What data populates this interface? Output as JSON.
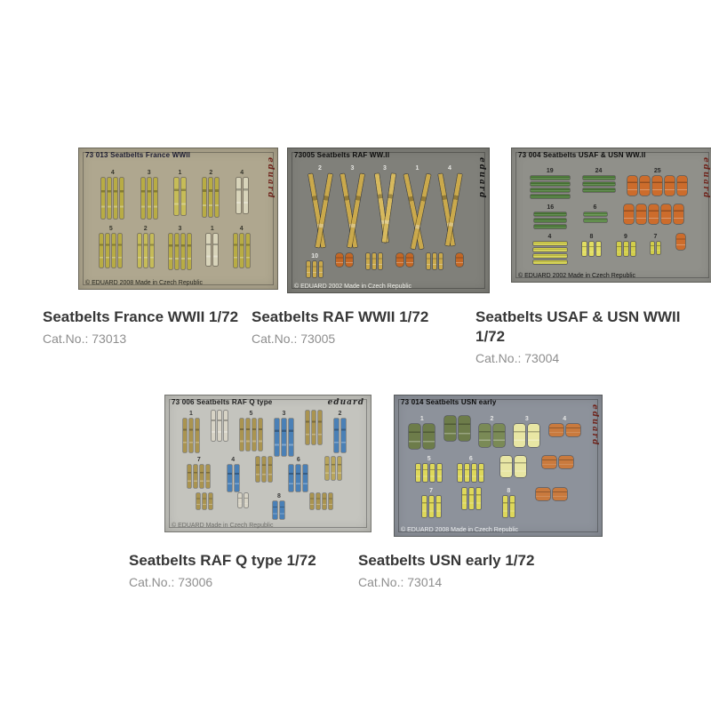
{
  "page": {
    "background": "#ffffff"
  },
  "products": [
    {
      "title": "Seatbelts France WWII 1/72",
      "catno": "Cat.No.: 73013",
      "plate": {
        "header": "73 013  Seatbelts France WWII",
        "footer": "© EDUARD 2008    Made in Czech Republic",
        "brand": "eduard",
        "bg": "#afa78f",
        "header_color": "#1d1d33",
        "footer_color": "#26261e",
        "brand_color": "#70241c",
        "num_color": "#2a2a22",
        "brand_pos": "right",
        "rows": [
          [
            {
              "label": "4",
              "c": "#b8ac44",
              "w": 4,
              "h": 46,
              "count": 4
            },
            {
              "label": "3",
              "c": "#b8ac44",
              "w": 4,
              "h": 46,
              "count": 3
            },
            {
              "label": "1",
              "c": "#c6bc58",
              "w": 5,
              "h": 42,
              "count": 2
            },
            {
              "label": "2",
              "c": "#b8ac44",
              "w": 4,
              "h": 44,
              "count": 3
            },
            {
              "label": "4",
              "c": "#d8d4ba",
              "w": 5,
              "h": 40,
              "count": 2
            }
          ],
          [
            {
              "label": "5",
              "c": "#b8ac44",
              "w": 4,
              "h": 38,
              "count": 4
            },
            {
              "label": "2",
              "c": "#c6bc58",
              "w": 4,
              "h": 38,
              "count": 3
            },
            {
              "label": "3",
              "c": "#b8ac44",
              "w": 4,
              "h": 40,
              "count": 4
            },
            {
              "label": "1",
              "c": "#d8d4ba",
              "w": 5,
              "h": 36,
              "count": 2
            },
            {
              "label": "4",
              "c": "#b8ac44",
              "w": 4,
              "h": 38,
              "count": 3
            }
          ]
        ]
      }
    },
    {
      "title": "Seatbelts RAF WWII 1/72",
      "catno": "Cat.No.: 73005",
      "plate": {
        "header": "73005  Seatbelts RAF WW.II",
        "footer": "© EDUARD 2002    Made in Czech Republic",
        "brand": "eduard",
        "bg": "#80807a",
        "header_color": "#0c0c0c",
        "footer_color": "#f0f0ea",
        "brand_color": "#161616",
        "num_color": "#f2f2ee",
        "brand_pos": "right",
        "rows": [
          [
            {
              "label": "2",
              "c": "#caa94c",
              "w": 5,
              "h": 84,
              "count": 2,
              "r": 10
            },
            {
              "label": "3",
              "c": "#caa94c",
              "w": 5,
              "h": 84,
              "count": 2,
              "r": 10
            },
            {
              "label": "3",
              "c": "#d6b95e",
              "w": 5,
              "h": 78,
              "count": 2,
              "r": 8
            },
            {
              "label": "1",
              "c": "#caa94c",
              "w": 5,
              "h": 86,
              "count": 2,
              "r": 12
            },
            {
              "label": "4",
              "c": "#caa94c",
              "w": 5,
              "h": 82,
              "count": 2,
              "r": 10
            }
          ],
          [
            {
              "label": "10",
              "c": "#caa94c",
              "w": 4,
              "h": 18,
              "count": 3
            },
            {
              "c": "#c26726",
              "w": 8,
              "h": 15,
              "count": 2,
              "round": true
            },
            {
              "c": "#caa94c",
              "w": 4,
              "h": 18,
              "count": 3
            },
            {
              "c": "#c26726",
              "w": 8,
              "h": 15,
              "count": 2,
              "round": true
            },
            {
              "c": "#caa94c",
              "w": 4,
              "h": 18,
              "count": 3
            },
            {
              "c": "#c26726",
              "w": 8,
              "h": 15,
              "count": 1,
              "round": true
            }
          ]
        ]
      }
    },
    {
      "title": "Seatbelts USAF & USN WWII 1/72",
      "catno": "Cat.No.: 73004",
      "plate": {
        "header": "73 004  Seatbelts USAF & USN WW.II",
        "footer": "© EDUARD 2002    Made in Czech Republic",
        "brand": "eduard",
        "bg": "#90908a",
        "header_color": "#0c0c0c",
        "footer_color": "#131313",
        "brand_color": "#70241c",
        "num_color": "#1c1c1c",
        "brand_pos": "right",
        "rows": [
          [
            {
              "label": "19",
              "c": "#4e7c3a",
              "w": 44,
              "h": 4,
              "count": 4,
              "stack": "v"
            },
            {
              "label": "24",
              "c": "#4e7c3a",
              "w": 36,
              "h": 4,
              "count": 3,
              "stack": "v"
            },
            {
              "label": "25",
              "c": "#cc6c2c",
              "w": 11,
              "h": 22,
              "count": 5,
              "round": true
            }
          ],
          [
            {
              "label": "16",
              "c": "#4e7c3a",
              "w": 36,
              "h": 4,
              "count": 3,
              "stack": "v"
            },
            {
              "label": "6",
              "c": "#5a8a44",
              "w": 26,
              "h": 4,
              "count": 2,
              "stack": "v"
            },
            {
              "c": "#cc6c2c",
              "w": 11,
              "h": 22,
              "count": 5,
              "round": true
            }
          ],
          [
            {
              "label": "4",
              "c": "#d2ce4a",
              "w": 38,
              "h": 4,
              "count": 4,
              "stack": "v"
            },
            {
              "label": "8",
              "c": "#e2de62",
              "w": 5,
              "h": 16,
              "count": 3
            },
            {
              "label": "9",
              "c": "#d2ce4a",
              "w": 5,
              "h": 16,
              "count": 3
            },
            {
              "label": "7",
              "c": "#d2ce4a",
              "w": 4,
              "h": 14,
              "count": 2
            },
            {
              "c": "#cc6c2c",
              "w": 10,
              "h": 18,
              "count": 1,
              "round": true
            }
          ]
        ]
      }
    },
    {
      "title": "Seatbelts RAF Q type 1/72",
      "catno": "Cat.No.: 73006",
      "plate": {
        "header": "73 006 Seatbelts RAF Q type",
        "footer": "© EDUARD    Made in Czech Republic",
        "brand": "eduard",
        "bg": "#c4c4be",
        "header_color": "#202020",
        "footer_color": "#6e6e6a",
        "brand_color": "#2a2a2a",
        "num_color": "#2a2a2a",
        "brand_pos": "header",
        "rows": [
          [
            {
              "label": "1",
              "c": "#aa9450",
              "w": 4,
              "h": 38,
              "count": 3
            },
            {
              "c": "#d8d4c6",
              "w": 4,
              "h": 34,
              "count": 3
            },
            {
              "label": "5",
              "c": "#aa9450",
              "w": 4,
              "h": 36,
              "count": 4
            },
            {
              "label": "3",
              "c": "#4a80b6",
              "w": 5,
              "h": 42,
              "count": 3
            },
            {
              "c": "#aa9450",
              "w": 4,
              "h": 38,
              "count": 3
            },
            {
              "label": "2",
              "c": "#4a80b6",
              "w": 5,
              "h": 38,
              "count": 2
            }
          ],
          [
            {
              "label": "7",
              "c": "#aa9450",
              "w": 4,
              "h": 26,
              "count": 4
            },
            {
              "label": "4",
              "c": "#4a80b6",
              "w": 5,
              "h": 30,
              "count": 2
            },
            {
              "c": "#aa9450",
              "w": 4,
              "h": 28,
              "count": 3
            },
            {
              "label": "6",
              "c": "#4a80b6",
              "w": 5,
              "h": 30,
              "count": 3
            },
            {
              "c": "#b8a55c",
              "w": 4,
              "h": 26,
              "count": 3
            }
          ],
          [
            {
              "c": "#aa9450",
              "w": 4,
              "h": 18,
              "count": 3
            },
            {
              "c": "#d8d4c6",
              "w": 4,
              "h": 16,
              "count": 2
            },
            {
              "label": "8",
              "c": "#4a80b6",
              "w": 5,
              "h": 20,
              "count": 2
            },
            {
              "c": "#aa9450",
              "w": 4,
              "h": 18,
              "count": 4
            }
          ]
        ]
      }
    },
    {
      "title": "Seatbelts USN early 1/72",
      "catno": "Cat.No.: 73014",
      "plate": {
        "header": "73 014  Seatbelts USN early",
        "footer": "© EDUARD 2008    Made in Czech Republic",
        "brand": "eduard",
        "bg": "#8d929b",
        "header_color": "#0c0c0c",
        "footer_color": "#eef0f2",
        "brand_color": "#70241c",
        "num_color": "#f0f0ee",
        "brand_pos": "right",
        "rows": [
          [
            {
              "label": "1",
              "c": "#6d7c4a",
              "w": 13,
              "h": 28,
              "count": 2,
              "round": true
            },
            {
              "c": "#6d7c4a",
              "w": 13,
              "h": 28,
              "count": 2,
              "round": true
            },
            {
              "label": "2",
              "c": "#7a8a56",
              "w": 13,
              "h": 26,
              "count": 2,
              "round": true
            },
            {
              "label": "3",
              "c": "#e8e6a4",
              "w": 13,
              "h": 26,
              "count": 2,
              "round": true
            },
            {
              "label": "4",
              "c": "#c97a3e",
              "w": 16,
              "h": 14,
              "count": 2,
              "round": true
            }
          ],
          [
            {
              "label": "5",
              "c": "#ded85a",
              "w": 5,
              "h": 20,
              "count": 4
            },
            {
              "label": "6",
              "c": "#ded85a",
              "w": 5,
              "h": 20,
              "count": 4
            },
            {
              "c": "#e8e6a4",
              "w": 13,
              "h": 24,
              "count": 2,
              "round": true
            },
            {
              "c": "#c97a3e",
              "w": 16,
              "h": 14,
              "count": 2,
              "round": true
            }
          ],
          [
            {
              "label": "7",
              "c": "#ded85a",
              "w": 5,
              "h": 24,
              "count": 3
            },
            {
              "c": "#ded85a",
              "w": 5,
              "h": 24,
              "count": 3
            },
            {
              "label": "8",
              "c": "#ded85a",
              "w": 5,
              "h": 24,
              "count": 2
            },
            {
              "c": "#c97a3e",
              "w": 16,
              "h": 14,
              "count": 2,
              "round": true
            }
          ]
        ]
      }
    }
  ]
}
